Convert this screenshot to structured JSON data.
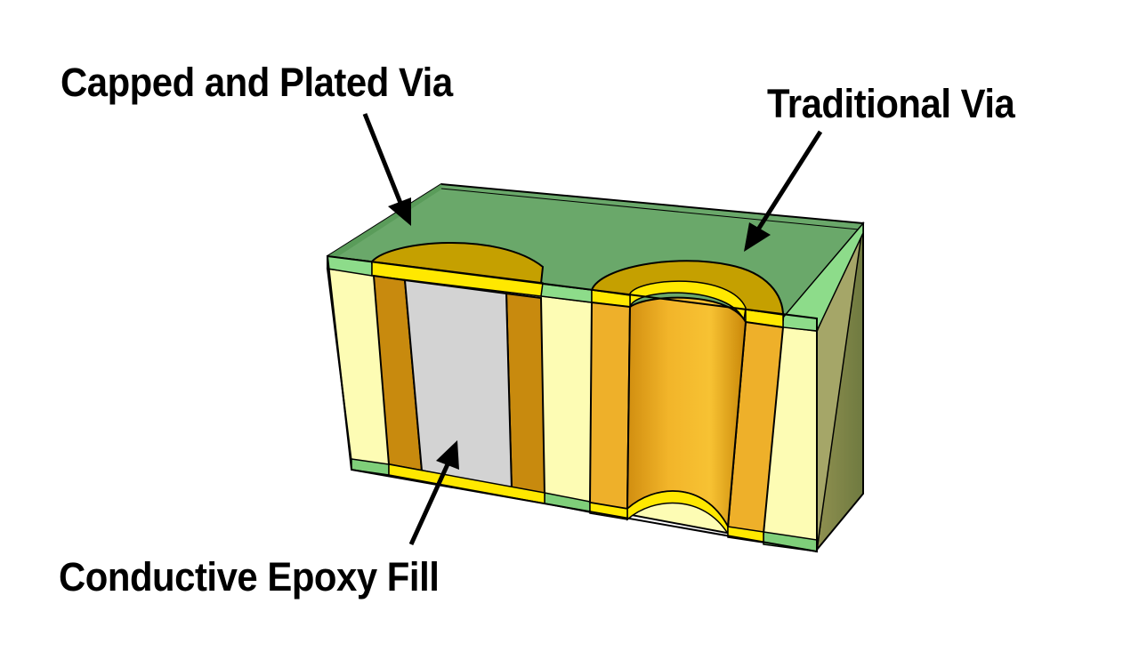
{
  "labels": {
    "capped_and_plated_via": "Capped and Plated Via",
    "traditional_via": "Traditional Via",
    "conductive_epoxy_fill": "Conductive Epoxy Fill"
  },
  "colors": {
    "solder_mask": "#6aa86a",
    "substrate": "#fdfcb4",
    "copper_plating": "#c88a0e",
    "copper_barrel": "#f0b428",
    "epoxy_fill": "#d3d3d3",
    "cap_pad": "#c5a000",
    "pad_edge": "#ffe800",
    "outline": "#000000"
  }
}
